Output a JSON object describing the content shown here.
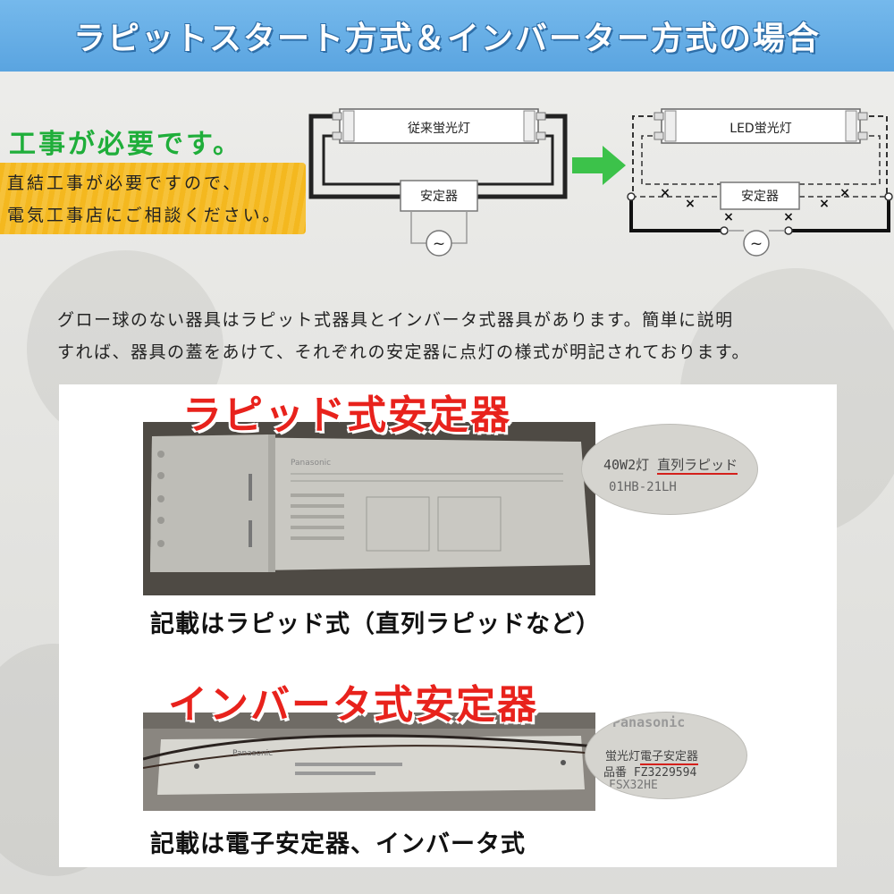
{
  "header": {
    "title": "ラピットスタート方式＆インバーター方式の場合"
  },
  "notice": {
    "title": "工事が必要です。",
    "line1": "直結工事が必要ですので、",
    "line2": "電気工事店にご相談ください。"
  },
  "diagram_left": {
    "lamp_label": "従来蛍光灯",
    "ballast_label": "安定器",
    "ac_symbol": "~"
  },
  "diagram_right": {
    "lamp_label": "LED蛍光灯",
    "ballast_label": "安定器",
    "ac_symbol": "~"
  },
  "description": {
    "line1": "グロー球のない器具はラピット式器具とインバータ式器具があります。簡単に説明",
    "line2": "すれば、器具の蓋をあけて、それぞれの安定器に点灯の様式が明記されております。"
  },
  "rapid": {
    "title": "ラピッド式安定器",
    "caption": "記載はラピッド式（直列ラピッドなど）",
    "brand": "Panasonic",
    "zoom_prefix": "40W2灯",
    "zoom_highlight": "直列ラピッド",
    "zoom_line2": "01HB-21LH"
  },
  "inverter": {
    "title": "インバータ式安定器",
    "caption": "記載は電子安定器、インバータ式",
    "brand": "Panasonic",
    "zoom_top": "Panasonic",
    "zoom_prefix": "蛍光灯",
    "zoom_highlight": "電子安定器",
    "zoom_line2": "品番 FZ3229594",
    "zoom_line3": "FSX32HE"
  },
  "colors": {
    "header_bg": "#5aa4e0",
    "green": "#1fae3a",
    "yellow": "#f4b81f",
    "red": "#e8221c"
  }
}
